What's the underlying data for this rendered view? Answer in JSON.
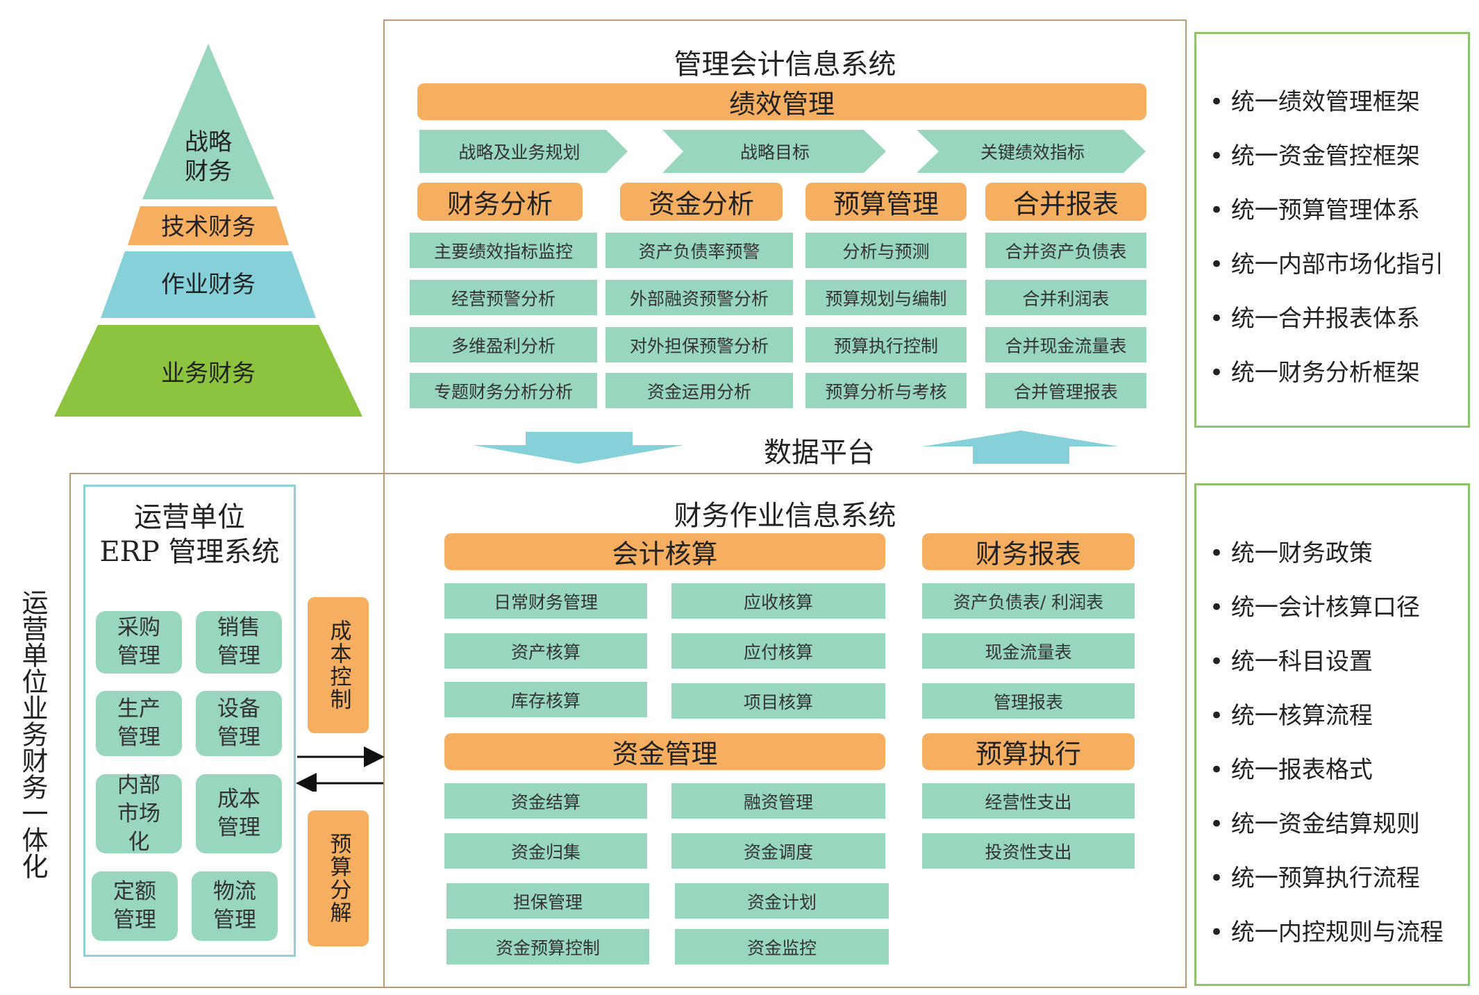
{
  "pyramid": {
    "levels": [
      {
        "label": "战略\n财务",
        "color": "#98d6bd"
      },
      {
        "label": "技术财务",
        "color": "#f6ae61"
      },
      {
        "label": "作业财务",
        "color": "#86d0da"
      },
      {
        "label": "业务财务",
        "color": "#8dc43f"
      }
    ]
  },
  "mgmt": {
    "title": "管理会计信息系统",
    "performance": "绩效管理",
    "arrows": [
      "战略及业务规划",
      "战略目标",
      "关键绩效指标"
    ],
    "columns": [
      {
        "header": "财务分析",
        "items": [
          "主要绩效指标监控",
          "经营预警分析",
          "多维盈利分析",
          "专题财务分析分析"
        ]
      },
      {
        "header": "资金分析",
        "items": [
          "资产负债率预警",
          "外部融资预警分析",
          "对外担保预警分析",
          "资金运用分析"
        ]
      },
      {
        "header": "预算管理",
        "items": [
          "分析与预测",
          "预算规划与编制",
          "预算执行控制",
          "预算分析与考核"
        ]
      },
      {
        "header": "合并报表",
        "items": [
          "合并资产负债表",
          "合并利润表",
          "合并现金流量表",
          "合并管理报表"
        ]
      }
    ],
    "data_platform": "数据平台"
  },
  "ops": {
    "title": "财务作业信息系统",
    "accounting": {
      "header": "会计核算",
      "items": [
        "日常财务管理",
        "应收核算",
        "资产核算",
        "应付核算",
        "库存核算",
        "项目核算"
      ]
    },
    "reports": {
      "header": "财务报表",
      "items": [
        "资产负债表/ 利润表",
        "现金流量表",
        "管理报表"
      ]
    },
    "funds": {
      "header": "资金管理",
      "items": [
        "资金结算",
        "融资管理",
        "资金归集",
        "资金调度",
        "担保管理",
        "资金计划",
        "资金预算控制",
        "资金监控"
      ]
    },
    "budget_exec": {
      "header": "预算执行",
      "items": [
        "经营性支出",
        "投资性支出"
      ]
    }
  },
  "erp": {
    "title1": "运营单位",
    "title2": "ERP 管理系统",
    "modules": [
      "采购\n管理",
      "销售\n管理",
      "生产\n管理",
      "设备\n管理",
      "内部\n市场\n化",
      "成本\n管理",
      "定额\n管理",
      "物流\n管理"
    ],
    "cost_control": "成本控制",
    "budget_split": "预算分解"
  },
  "side_label": "运营单位业务财务一体化",
  "right_top": [
    "统一绩效管理框架",
    "统一资金管控框架",
    "统一预算管理体系",
    "统一内部市场化指引",
    "统一合并报表体系",
    "统一财务分析框架"
  ],
  "right_bottom": [
    "统一财务政策",
    "统一会计核算口径",
    "统一科目设置",
    "统一核算流程",
    "统一报表格式",
    "统一资金结算规则",
    "统一预算执行流程",
    "统一内控规则与流程"
  ],
  "colors": {
    "orange": "#f6ae61",
    "teal": "#98d6bd",
    "border": "#b89a76",
    "green_border": "#8dc26f",
    "arrow_blue": "#86d0da"
  }
}
